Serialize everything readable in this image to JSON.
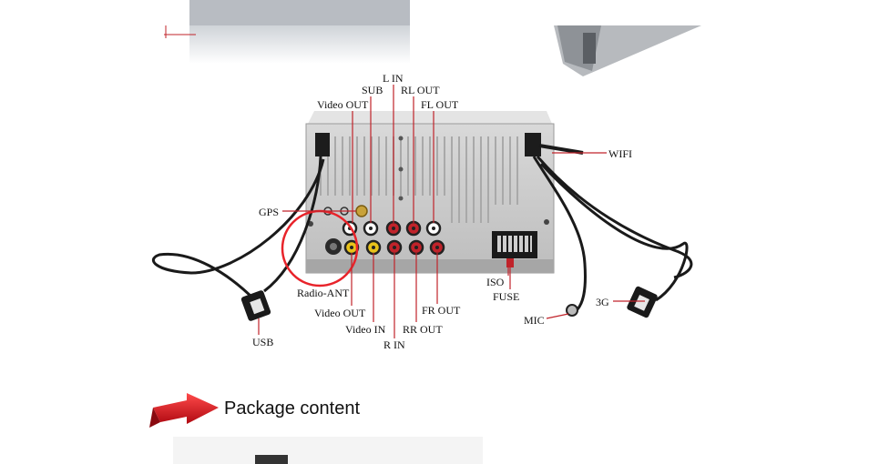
{
  "labels": {
    "l_in": "L IN",
    "sub": "SUB",
    "rl_out": "RL OUT",
    "video_out_top": "Video OUT",
    "fl_out": "FL OUT",
    "wifi": "WIFI",
    "gps": "GPS",
    "radio_ant": "Radio-ANT",
    "video_out_bottom": "Video OUT",
    "video_in": "Video IN",
    "r_in": "R IN",
    "rr_out": "RR OUT",
    "fr_out": "FR OUT",
    "iso": "ISO",
    "fuse": "FUSE",
    "three_g": "3G",
    "mic": "MIC",
    "usb": "USB"
  },
  "section": {
    "title": "Package content"
  },
  "colors": {
    "arrow": "#e0141e",
    "highlight_circle": "#e8232a",
    "rca_yellow": "#e8c21a",
    "rca_white": "#f2f2f2",
    "rca_red": "#c0232a",
    "leader_line": "#c0232a"
  }
}
